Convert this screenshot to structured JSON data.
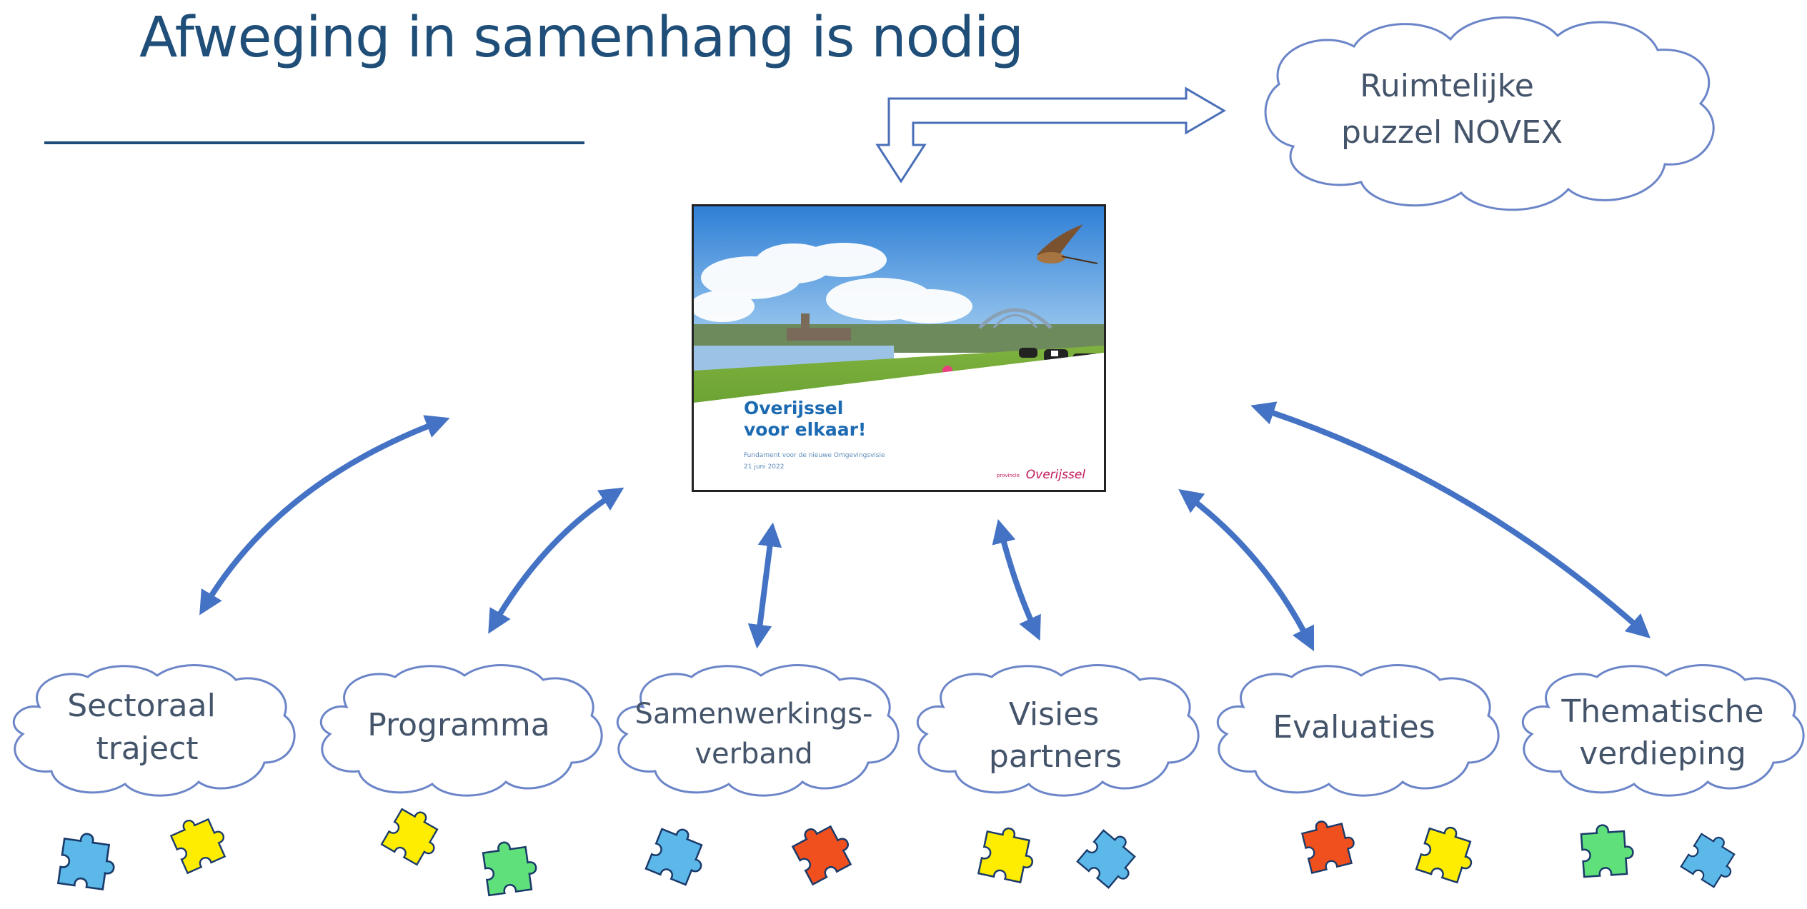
{
  "title": "Afweging in samenhang is nodig",
  "top_cloud": {
    "line1": "Ruimtelijke",
    "line2": "puzzel NOVEX"
  },
  "cover": {
    "title": "Overijssel\nvoor elkaar!",
    "subtitle": "Fundament voor de nieuwe Omgevingsvisie",
    "date": "21 juni 2022",
    "logo_prefix": "provincie",
    "logo": "Overijssel"
  },
  "clouds": [
    {
      "line1": "Sectoraal",
      "line2": "traject"
    },
    {
      "line1": "Programma",
      "line2": ""
    },
    {
      "line1": "Samenwerkings-",
      "line2": "verband"
    },
    {
      "line1": "Visies",
      "line2": "partners"
    },
    {
      "line1": "Evaluaties",
      "line2": ""
    },
    {
      "line1": "Thematische",
      "line2": "verdieping"
    }
  ],
  "puzzle_pieces": [
    {
      "icon": "puzzle-piece-icon",
      "color": "#5bb8e8"
    },
    {
      "icon": "puzzle-piece-icon",
      "color": "#ffed00"
    },
    {
      "icon": "puzzle-piece-icon",
      "color": "#ffed00"
    },
    {
      "icon": "puzzle-piece-icon",
      "color": "#5fe07a"
    },
    {
      "icon": "puzzle-piece-icon",
      "color": "#5bb8e8"
    },
    {
      "icon": "puzzle-piece-icon",
      "color": "#f0501e"
    },
    {
      "icon": "puzzle-piece-icon",
      "color": "#ffed00"
    },
    {
      "icon": "puzzle-piece-icon",
      "color": "#5bb8e8"
    },
    {
      "icon": "puzzle-piece-icon",
      "color": "#f0501e"
    },
    {
      "icon": "puzzle-piece-icon",
      "color": "#ffed00"
    },
    {
      "icon": "puzzle-piece-icon",
      "color": "#5fe07a"
    },
    {
      "icon": "puzzle-piece-icon",
      "color": "#5bb8e8"
    }
  ],
  "colors": {
    "title": "#1f4e79",
    "arrow": "#4472c4",
    "cloud_outline": "#5b7fd1",
    "cloud_text": "#44546a"
  }
}
